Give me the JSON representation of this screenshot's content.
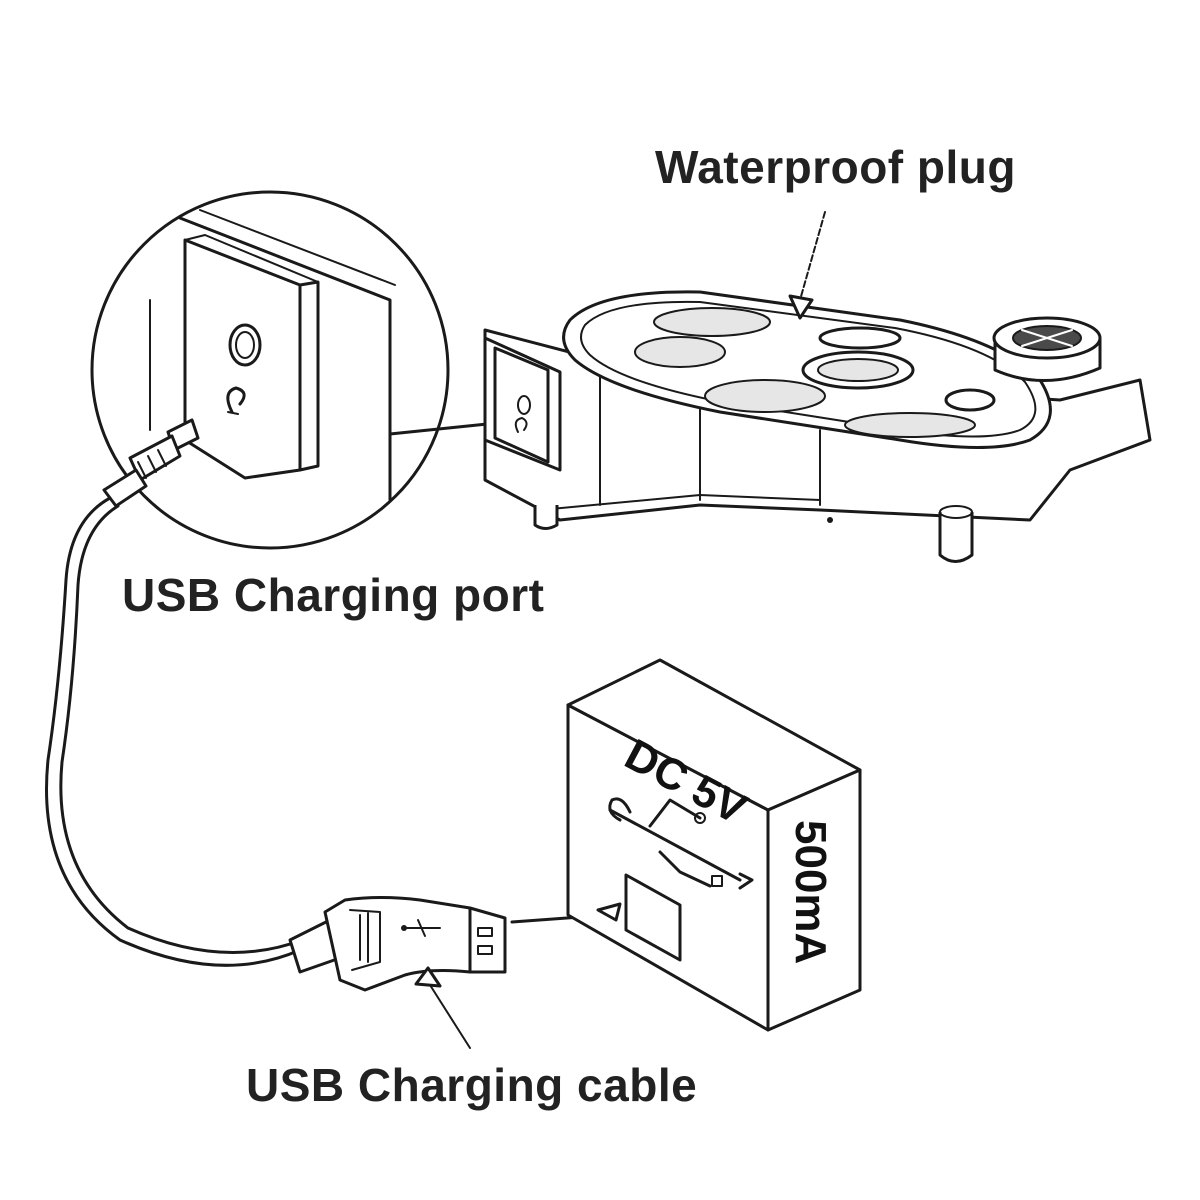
{
  "labels": {
    "waterproof_plug": "Waterproof plug",
    "usb_charging_port": "USB Charging port",
    "usb_charging_cable": "USB Charging cable"
  },
  "adapter": {
    "voltage": "DC 5V",
    "current": "500mA"
  },
  "colors": {
    "line": "#1a1a1a",
    "text": "#222222",
    "background": "#ffffff"
  }
}
